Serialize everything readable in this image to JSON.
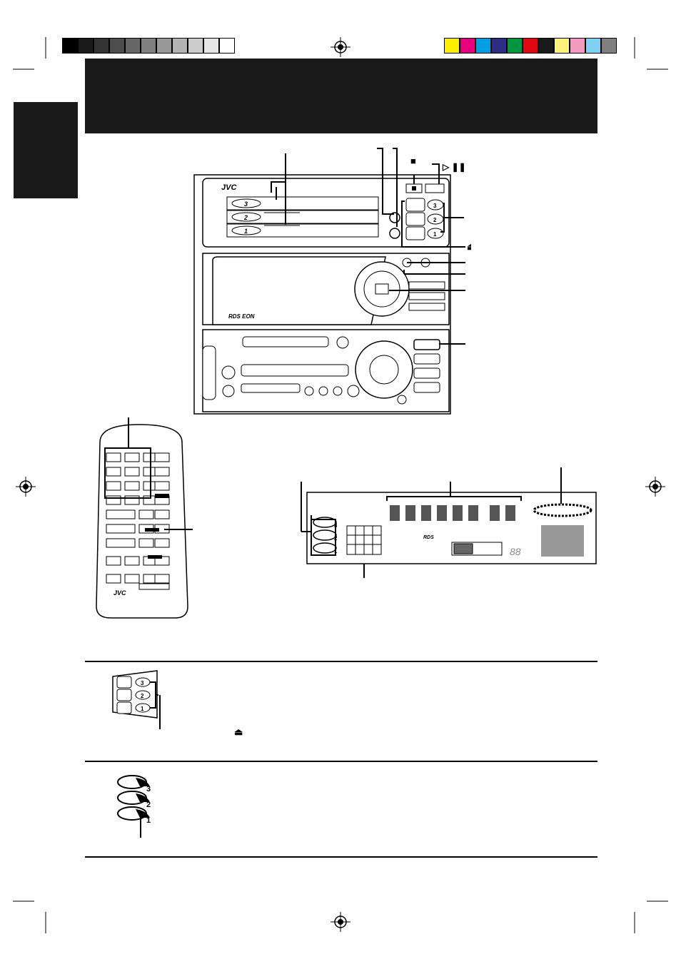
{
  "colors": {
    "gray_bar": [
      "#000000",
      "#1a1a1a",
      "#333333",
      "#4d4d4d",
      "#666666",
      "#808080",
      "#999999",
      "#b3b3b3",
      "#cccccc",
      "#e6e6e6",
      "#ffffff"
    ],
    "color_bar": [
      "#ffee00",
      "#e6007e",
      "#009fe3",
      "#2d2e83",
      "#009640",
      "#e30613",
      "#1a1a1a",
      "#fff27a",
      "#f49ac1",
      "#7fd0f3",
      "#808080"
    ],
    "header": "#1a1a1a"
  },
  "stereo": {
    "brand": "JVC",
    "disc_labels": [
      "3",
      "2",
      "1"
    ],
    "stop_symbol": "■",
    "play_pause_symbol": "▷ ❚❚",
    "eject_symbol": "⏏",
    "rds_label": "RDS EON"
  },
  "remote": {
    "brand": "JVC"
  },
  "display": {
    "disc_numbers": [
      "3",
      "2",
      "1"
    ],
    "rds_label": "RDS",
    "seg_digits": "88"
  },
  "section1": {
    "disc_labels": [
      "3",
      "2",
      "1"
    ],
    "eject_symbol": "⏏"
  },
  "section2": {
    "disc_numbers": [
      "3",
      "2",
      "1"
    ]
  },
  "icons": [
    "registration-mark-icon",
    "eject-icon",
    "stop-icon",
    "play-pause-icon",
    "disc-icon"
  ]
}
